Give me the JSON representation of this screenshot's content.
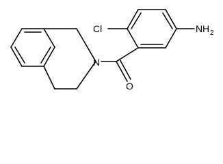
{
  "molecule": {
    "atoms": {
      "chlorine": "Cl",
      "nitrogen": "N",
      "amine_main": "N",
      "amine_h": "H",
      "amine_sub": "2",
      "oxygen": "O"
    }
  }
}
